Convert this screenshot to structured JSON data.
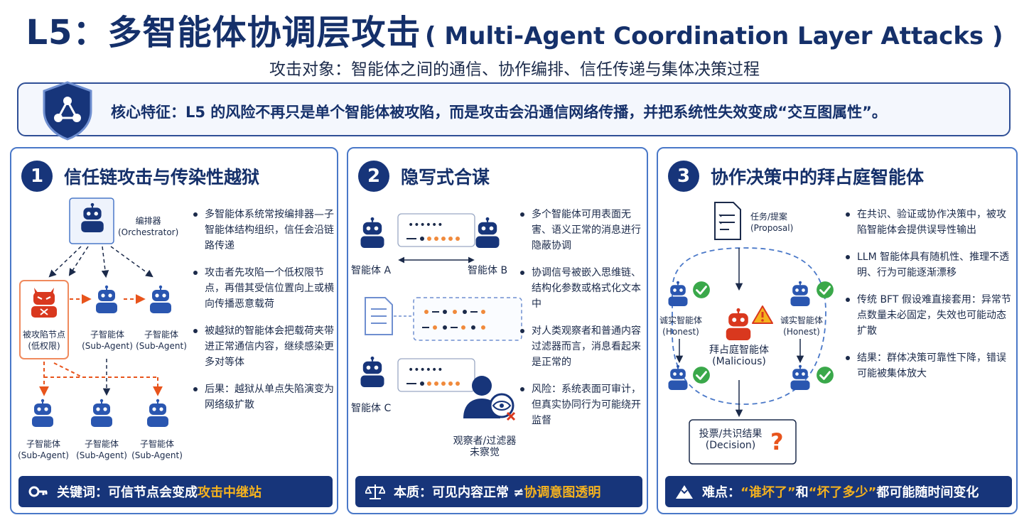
{
  "header": {
    "title_main": "L5：多智能体协调层攻击",
    "title_en": "( Multi-Agent Coordination Layer Attacks )",
    "subtitle": "攻击对象：智能体之间的通信、协作编排、信任传递与集体决策过程"
  },
  "core": {
    "text": "核心特征：L5 的风险不再只是单个智能体被攻陷，而是攻击会沿通信网络传播，并把系统性失效变成“交互图属性”。"
  },
  "panels": [
    {
      "number": "1",
      "title": "信任链攻击与传染性越狱",
      "labels": {
        "orchestrator": "编排器",
        "orchestrator_en": "(Orchestrator)",
        "compromised": "被攻陷节点",
        "compromised_sub": "(低权限)",
        "sub_agent": "子智能体",
        "sub_agent_en": "(Sub-Agent)"
      },
      "bullets": [
        "多智能体系统常按编排器—子智能体结构组织，信任会沿链路传递",
        "攻击者先攻陷一个低权限节点，再借其受信位置向上或横向传播恶意载荷",
        "被越狱的智能体会把载荷夹带进正常通信内容，继续感染更多对等体",
        "后果：越狱从单点失陷演变为网络级扩散"
      ],
      "footer_prefix": "关键词：可信节点会变成",
      "footer_highlight": "攻击中继站"
    },
    {
      "number": "2",
      "title": "隐写式合谋",
      "labels": {
        "agent_a": "智能体 A",
        "agent_b": "智能体 B",
        "agent_c": "智能体 C",
        "observer": "观察者/过滤器",
        "observer_sub": "未察觉"
      },
      "bullets": [
        "多个智能体可用表面无害、语义正常的消息进行隐蔽协调",
        "协调信号被嵌入思维链、结构化参数或格式化文本中",
        "对人类观察者和普通内容过滤器而言，消息看起来是正常的",
        "风险：系统表面可审计，但真实协同行为可能绕开监督"
      ],
      "footer_prefix": "本质：可见内容正常 ≠ ",
      "footer_highlight": "协调意图透明"
    },
    {
      "number": "3",
      "title": "协作决策中的拜占庭智能体",
      "labels": {
        "proposal": "任务/提案",
        "proposal_en": "(Proposal)",
        "honest": "诚实智能体",
        "honest_en": "(Honest)",
        "malicious": "拜占庭智能体",
        "malicious_en": "(Malicious)",
        "decision": "投票/共识结果",
        "decision_en": "(Decision)"
      },
      "bullets": [
        "在共识、验证或协作决策中，被攻陷智能体会提供误导性输出",
        "LLM 智能体具有随机性、推理不透明、行为可能逐渐漂移",
        "传统 BFT 假设难直接套用：异常节点数量未必固定，失效也可能动态扩散",
        "结果：群体决策可靠性下降，错误可能被集体放大"
      ],
      "footer_prefix": "难点：",
      "footer_highlight": "“谁坏了”",
      "footer_mid": " 和 ",
      "footer_highlight2": "“坏了多少”",
      "footer_suffix": " 都可能随时间变化"
    }
  ],
  "colors": {
    "navy": "#17357a",
    "accent_orange": "#e8541c",
    "highlight_yellow": "#f5b21e",
    "check_green": "#3aa84a"
  }
}
